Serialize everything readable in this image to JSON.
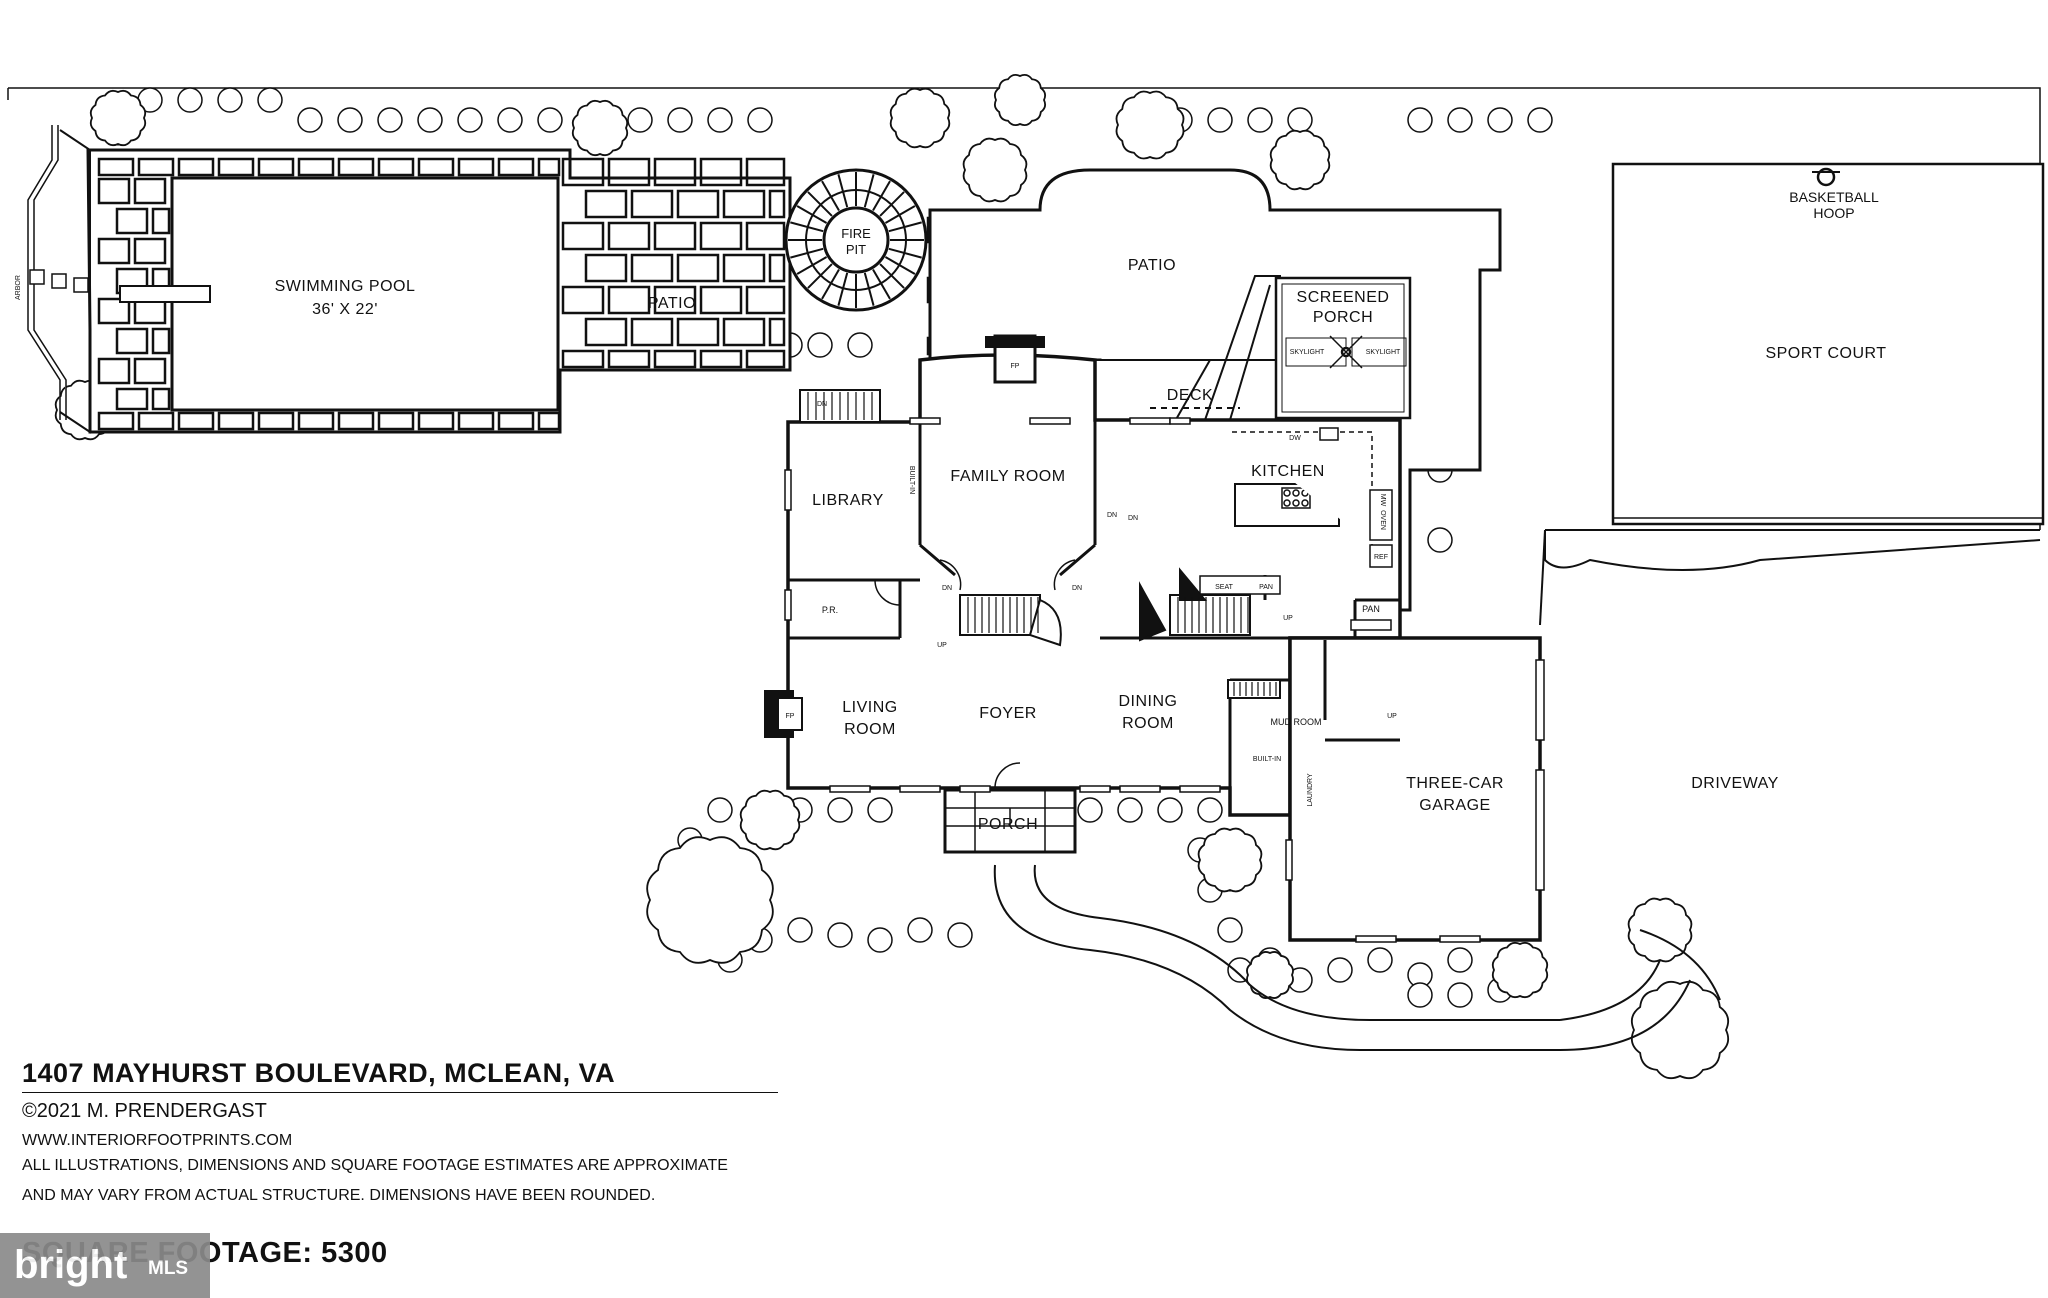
{
  "rooms": {
    "swimming_pool": "SWIMMING POOL",
    "pool_size": "36' X 22'",
    "patio_left": "PATIO",
    "fire_pit_1": "FIRE",
    "fire_pit_2": "PIT",
    "patio_right": "PATIO",
    "screened_porch_1": "SCREENED",
    "screened_porch_2": "PORCH",
    "skylight_a": "SKYLIGHT",
    "skylight_b": "SKYLIGHT",
    "deck": "DECK",
    "basketball_1": "BASKETBALL",
    "basketball_2": "HOOP",
    "sport_court": "SPORT COURT",
    "arbor": "ARBOR",
    "library": "LIBRARY",
    "family_room": "FAMILY ROOM",
    "kitchen": "KITCHEN",
    "built_in_library": "BUILT-IN",
    "fp_family": "FP",
    "fp_living": "FP",
    "pr": "P.R.",
    "living_1": "LIVING",
    "living_2": "ROOM",
    "foyer": "FOYER",
    "dining_1": "DINING",
    "dining_2": "ROOM",
    "mud_room": "MUD ROOM",
    "built_in_mud": "BUILT-IN",
    "laundry": "LAUNDRY",
    "garage_1": "THREE-CAR",
    "garage_2": "GARAGE",
    "driveway": "DRIVEWAY",
    "porch": "PORCH",
    "seat": "SEAT",
    "pan_small": "PAN",
    "pan": "PAN",
    "ref": "REF",
    "dw": "DW",
    "oven": "OVEN",
    "mw": "MW",
    "dn": "DN",
    "up": "UP"
  },
  "footer": {
    "address": "1407 MAYHURST BOULEVARD, MCLEAN, VA",
    "copyright": "©2021 M. PRENDERGAST",
    "website": "WWW.INTERIORFOOTPRINTS.COM",
    "disclaimer_1": "ALL ILLUSTRATIONS, DIMENSIONS AND SQUARE FOOTAGE ESTIMATES ARE APPROXIMATE",
    "disclaimer_2": "AND MAY VARY FROM ACTUAL STRUCTURE. DIMENSIONS HAVE BEEN ROUNDED.",
    "square_footage": "SQUARE FOOTAGE: 5300"
  },
  "watermark": {
    "brand": "bright",
    "suffix": "MLS"
  }
}
